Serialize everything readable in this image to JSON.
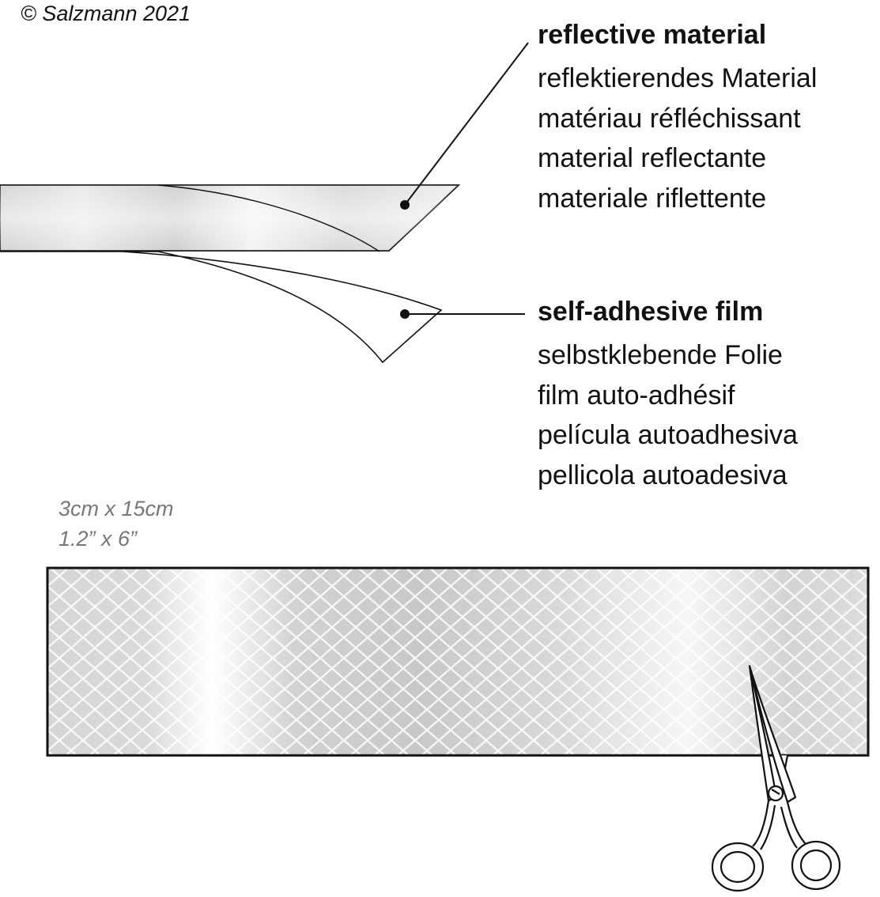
{
  "copyright": "© Salzmann 2021",
  "reflective": {
    "title": "reflective material",
    "translations": [
      "reflektierendes Material",
      "matériau réfléchissant",
      "material reflectante",
      "materiale riflettente"
    ]
  },
  "adhesive": {
    "title": "self-adhesive film",
    "translations": [
      "selbstklebende Folie",
      "film auto-adhésif",
      "película autoadhesiva",
      "pellicola autoadesiva"
    ]
  },
  "dimensions": {
    "metric": "3cm x 15cm",
    "imperial": "1.2” x 6”"
  },
  "icons": {
    "tool": "scissors-icon"
  },
  "colors": {
    "outline": "#111111",
    "reflective_light": "#f4f4f4",
    "reflective_mid": "#cfcfcf",
    "film": "#ffffff",
    "dims_text": "#777777"
  }
}
